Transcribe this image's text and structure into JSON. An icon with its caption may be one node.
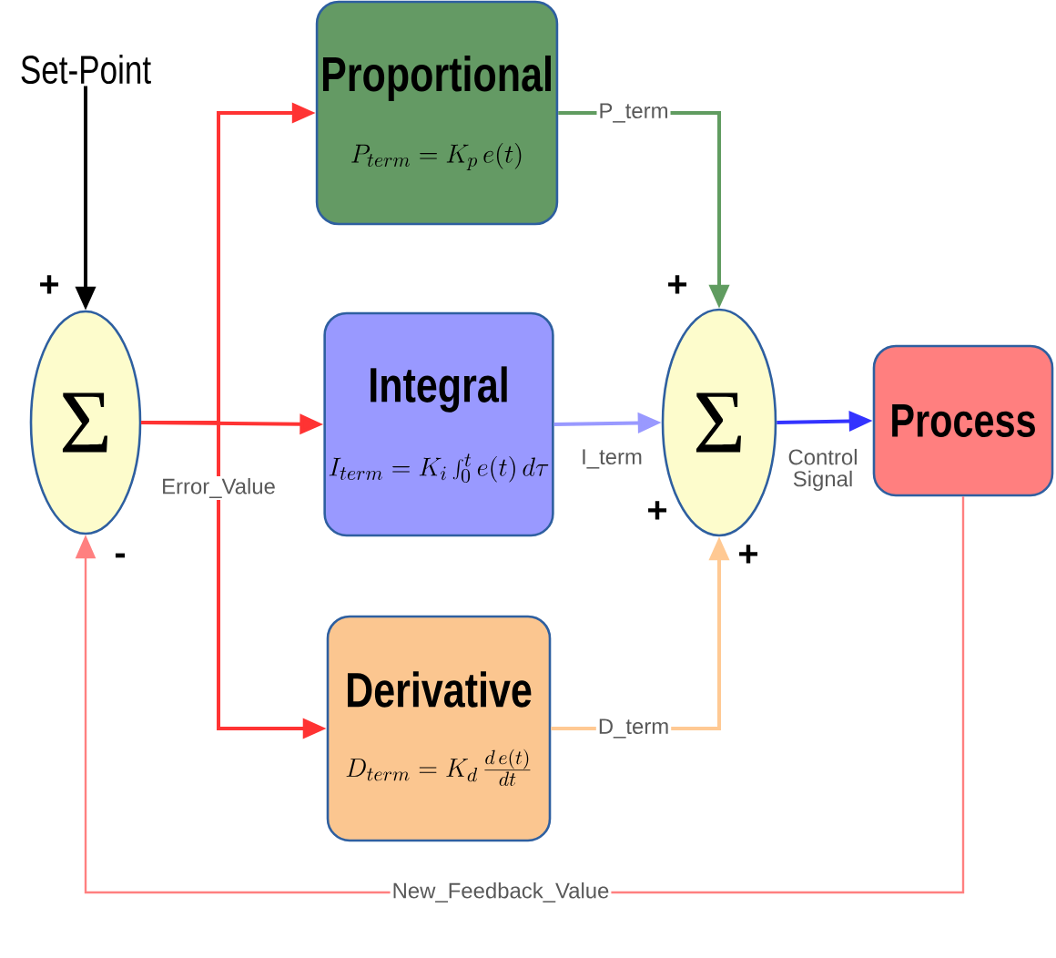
{
  "diagram": {
    "nodes": [
      {
        "text": [
          "Set-Point"
        ]
      },
      {
        "text": [
          "Σ"
        ]
      },
      {
        "text": [
          "Proportional",
          "P_{term}=K_p\\,e(t)"
        ]
      },
      {
        "text": [
          "Integral",
          "I_{term}=K_i\\int_0^t e(t)\\,d\\tau"
        ]
      },
      {
        "text": [
          "Derivative",
          "D_{term}=K_d\\,\\frac{d\\,e(t)}{dt}"
        ]
      },
      {
        "text": [
          "Σ"
        ]
      },
      {
        "text": [
          "Process"
        ]
      }
    ],
    "edges": [
      {
        "from": 0,
        "to": 1,
        "arrow": "to",
        "color": "#000000"
      },
      {
        "from": 1,
        "to": 2,
        "arrow": "to",
        "color": "#ff3333"
      },
      {
        "from": 1,
        "to": 3,
        "arrow": "to",
        "color": "#ff3333"
      },
      {
        "from": 1,
        "to": 4,
        "arrow": "to",
        "color": "#ff3333",
        "label": "Error_Value"
      },
      {
        "from": 2,
        "to": 5,
        "arrow": "to",
        "color": "#609c60",
        "label": "P_term"
      },
      {
        "from": 3,
        "to": 5,
        "arrow": "to",
        "color": "#9999ff",
        "label": "I_term"
      },
      {
        "from": 4,
        "to": 5,
        "arrow": "to",
        "color": "#ffc993",
        "label": "D_term"
      },
      {
        "from": 5,
        "to": 6,
        "arrow": "to",
        "color": "#3333ff",
        "label": "Control Signal"
      },
      {
        "from": 6,
        "to": 1,
        "arrow": "to",
        "color": "#ff8080",
        "label": "New_Feedback_Value"
      }
    ],
    "labels": [
      "+",
      "-",
      "+",
      "+",
      "+"
    ]
  }
}
